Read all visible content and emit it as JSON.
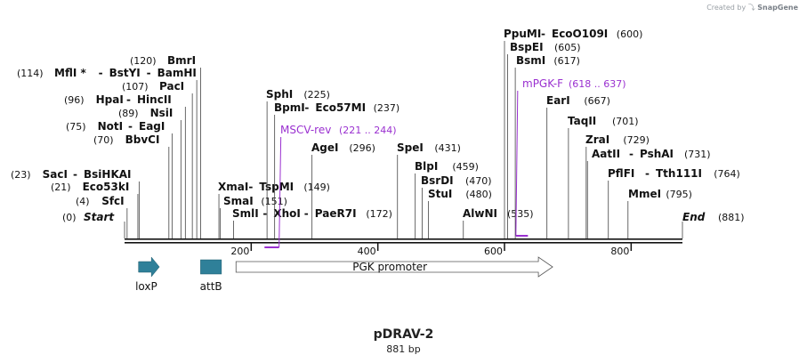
{
  "watermark": {
    "prefix": "Created by",
    "brand": "SnapGene"
  },
  "plasmid": {
    "name": "pDRAV-2",
    "size_label": "881 bp",
    "length_bp": 881
  },
  "colors": {
    "enzyme": "#111111",
    "primer": "#9a30d0",
    "feature_fill": "#2f8099",
    "backbone": "#111111"
  },
  "ruler": [
    {
      "pos": 200,
      "label": "200"
    },
    {
      "pos": 400,
      "label": "400"
    },
    {
      "pos": 600,
      "label": "600"
    },
    {
      "pos": 800,
      "label": "800"
    }
  ],
  "ends": {
    "start_label": "Start",
    "start_pos": "(0)",
    "end_label": "End",
    "end_pos": "(881)"
  },
  "enzymes": [
    {
      "site": 4,
      "pos_text": "(4)",
      "names": [
        "SfcI"
      ]
    },
    {
      "site": 21,
      "pos_text": "(21)",
      "names": [
        "Eco53kI"
      ]
    },
    {
      "site": 23,
      "pos_text": "(23)",
      "names": [
        "SacI",
        "BsiHKAI"
      ]
    },
    {
      "site": 70,
      "pos_text": "(70)",
      "names": [
        "BbvCI"
      ]
    },
    {
      "site": 75,
      "pos_text": "(75)",
      "names": [
        "NotI",
        "EagI"
      ]
    },
    {
      "site": 89,
      "pos_text": "(89)",
      "names": [
        "NsiI"
      ]
    },
    {
      "site": 96,
      "pos_text": "(96)",
      "names": [
        "HpaI",
        "HincII"
      ]
    },
    {
      "site": 107,
      "pos_text": "(107)",
      "names": [
        "PacI"
      ]
    },
    {
      "site": 114,
      "pos_text": "(114)",
      "names": [
        "MflI *",
        "BstYI",
        "BamHI"
      ]
    },
    {
      "site": 120,
      "pos_text": "(120)",
      "names": [
        "BmrI"
      ]
    },
    {
      "site": 149,
      "pos_text": "(149)",
      "names": [
        "XmaI",
        "TspMI"
      ]
    },
    {
      "site": 151,
      "pos_text": "(151)",
      "names": [
        "SmaI"
      ]
    },
    {
      "site": 172,
      "pos_text": "(172)",
      "names": [
        "SmlI",
        "XhoI",
        "PaeR7I"
      ]
    },
    {
      "site": 225,
      "pos_text": "(225)",
      "names": [
        "SphI"
      ]
    },
    {
      "site": 237,
      "pos_text": "(237)",
      "names": [
        "BpmI",
        "Eco57MI"
      ]
    },
    {
      "site": 296,
      "pos_text": "(296)",
      "names": [
        "AgeI"
      ]
    },
    {
      "site": 431,
      "pos_text": "(431)",
      "names": [
        "SpeI"
      ]
    },
    {
      "site": 459,
      "pos_text": "(459)",
      "names": [
        "BlpI"
      ]
    },
    {
      "site": 470,
      "pos_text": "(470)",
      "names": [
        "BsrDI"
      ]
    },
    {
      "site": 480,
      "pos_text": "(480)",
      "names": [
        "StuI"
      ]
    },
    {
      "site": 535,
      "pos_text": "(535)",
      "names": [
        "AlwNI"
      ]
    },
    {
      "site": 600,
      "pos_text": "(600)",
      "names": [
        "PpuMI",
        "EcoO109I"
      ]
    },
    {
      "site": 605,
      "pos_text": "(605)",
      "names": [
        "BspEI"
      ]
    },
    {
      "site": 617,
      "pos_text": "(617)",
      "names": [
        "BsmI"
      ]
    },
    {
      "site": 667,
      "pos_text": "(667)",
      "names": [
        "EarI"
      ]
    },
    {
      "site": 701,
      "pos_text": "(701)",
      "names": [
        "TaqII"
      ]
    },
    {
      "site": 729,
      "pos_text": "(729)",
      "names": [
        "ZraI"
      ]
    },
    {
      "site": 731,
      "pos_text": "(731)",
      "names": [
        "AatII",
        "PshAI"
      ]
    },
    {
      "site": 764,
      "pos_text": "(764)",
      "names": [
        "PflFI",
        "Tth111I"
      ]
    },
    {
      "site": 795,
      "pos_text": "(795)",
      "names": [
        "MmeI"
      ]
    }
  ],
  "primers": [
    {
      "name": "MSCV-rev",
      "range_text": "(221 .. 244)",
      "start": 221,
      "end": 244,
      "strand": "reverse"
    },
    {
      "name": "mPGK-F",
      "range_text": "(618 .. 637)",
      "start": 618,
      "end": 637,
      "strand": "forward"
    }
  ],
  "features": [
    {
      "name": "loxP",
      "start": 22,
      "end": 55,
      "shape": "arrow"
    },
    {
      "name": "attB",
      "start": 120,
      "end": 153,
      "shape": "box"
    },
    {
      "name": "PGK promoter",
      "start": 176,
      "end": 676,
      "shape": "outline-arrow"
    }
  ]
}
